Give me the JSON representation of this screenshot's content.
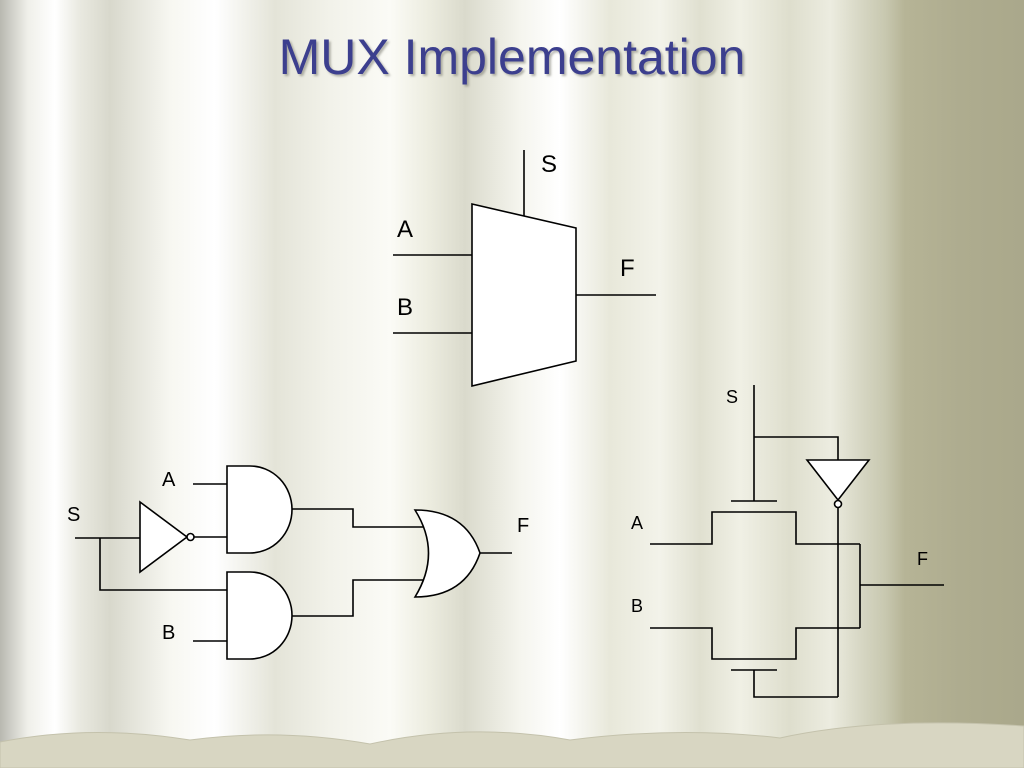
{
  "slide": {
    "title": "MUX Implementation",
    "mux_block": {
      "select": "S",
      "input_a": "A",
      "input_b": "B",
      "output": "F"
    },
    "gate_circuit": {
      "select": "S",
      "input_a": "A",
      "input_b": "B",
      "output": "F"
    },
    "switch_circuit": {
      "select": "S",
      "input_a": "A",
      "input_b": "B",
      "output": "F"
    }
  },
  "colors": {
    "title": "#3c3f8e",
    "wire": "#000000",
    "curtain_right": "#aeac8f"
  }
}
